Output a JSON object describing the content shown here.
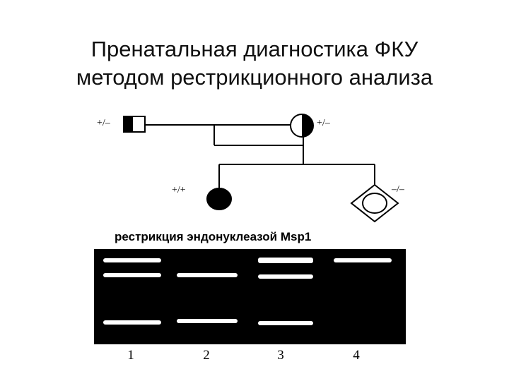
{
  "title": {
    "line1": "Пренатальная диагностика ФКУ",
    "line2": "методом рестрикционного анализа"
  },
  "pedigree": {
    "father_genotype": "+/–",
    "mother_genotype": "+/–",
    "child_genotype": "+/+",
    "fetus_genotype": "–/–"
  },
  "gel": {
    "caption": "рестрикция эндонуклеазой Msp1",
    "lanes": [
      {
        "label": "1",
        "bands": 3
      },
      {
        "label": "2",
        "bands": 2
      },
      {
        "label": "3",
        "bands": 3
      },
      {
        "label": "4",
        "bands": 1
      }
    ],
    "colors": {
      "gel": "#000000",
      "band": "#ffffff"
    }
  }
}
